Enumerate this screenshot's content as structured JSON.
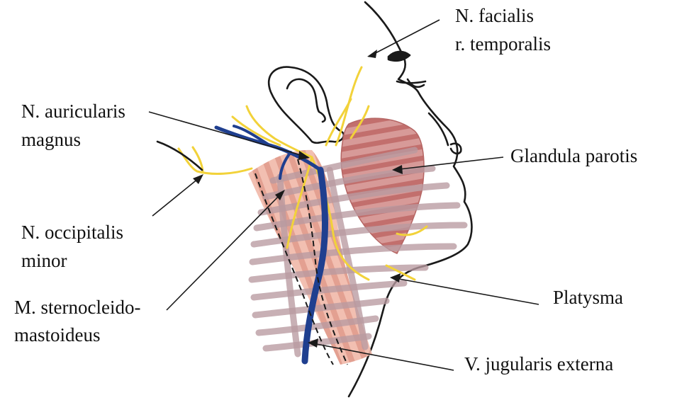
{
  "labels": {
    "facialis_1": "N. facialis",
    "facialis_2": "r. temporalis",
    "auricularis_1": "N. auricularis",
    "auricularis_2": "magnus",
    "parotis": "Glandula parotis",
    "occipitalis_1": "N. occipitalis",
    "occipitalis_2": "minor",
    "scm_1": "M. sternocleido-",
    "scm_2": "mastoideus",
    "platysma": "Platysma",
    "jugularis": "V. jugularis externa"
  },
  "colors": {
    "outline": "#1a1a1a",
    "nerve": "#f2d23a",
    "vein": "#1f3f8f",
    "platysma": "#b89aa0",
    "parotid": "#c97a78",
    "scm": "#e8a090"
  }
}
